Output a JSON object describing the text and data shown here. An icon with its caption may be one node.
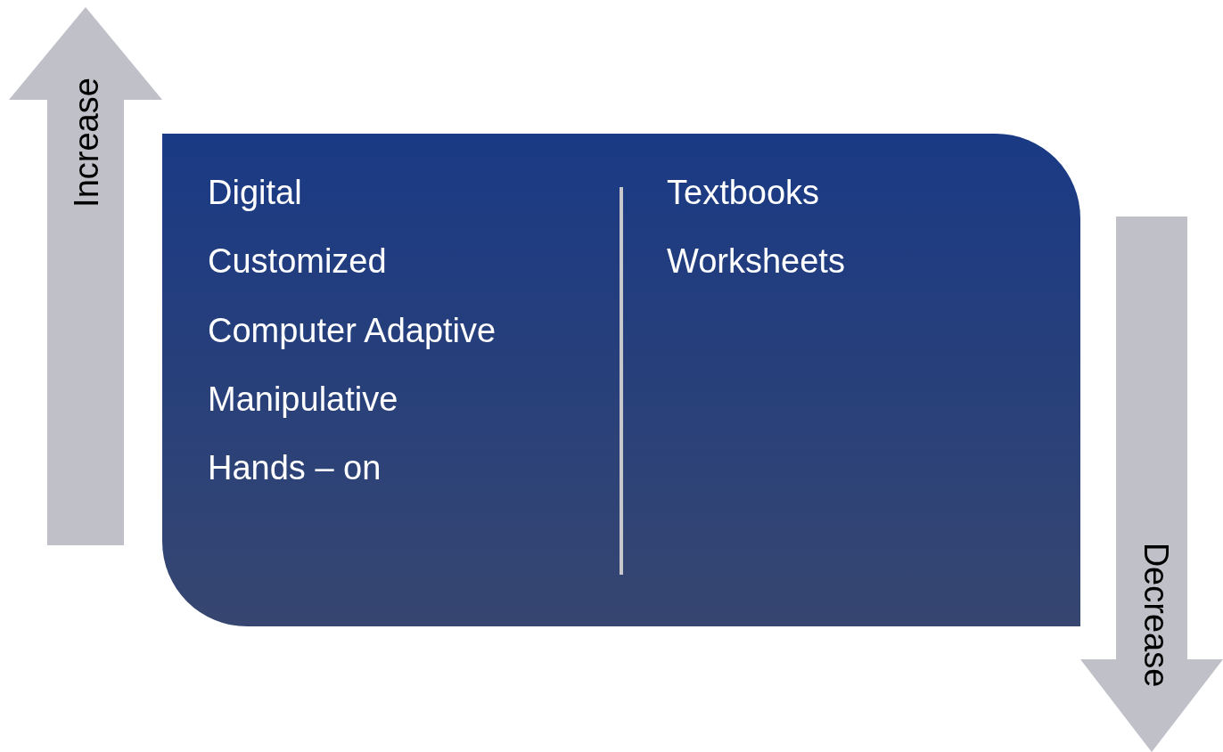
{
  "diagram": {
    "nodes": [
      {
        "text": [
          "Increase"
        ]
      },
      {
        "text": [
          "Digital",
          "Customized",
          "Computer Adaptive",
          "Manipulative",
          "Hands – on",
          "Textbooks",
          "Worksheets"
        ]
      },
      {
        "text": [
          "Decrease"
        ]
      }
    ]
  }
}
